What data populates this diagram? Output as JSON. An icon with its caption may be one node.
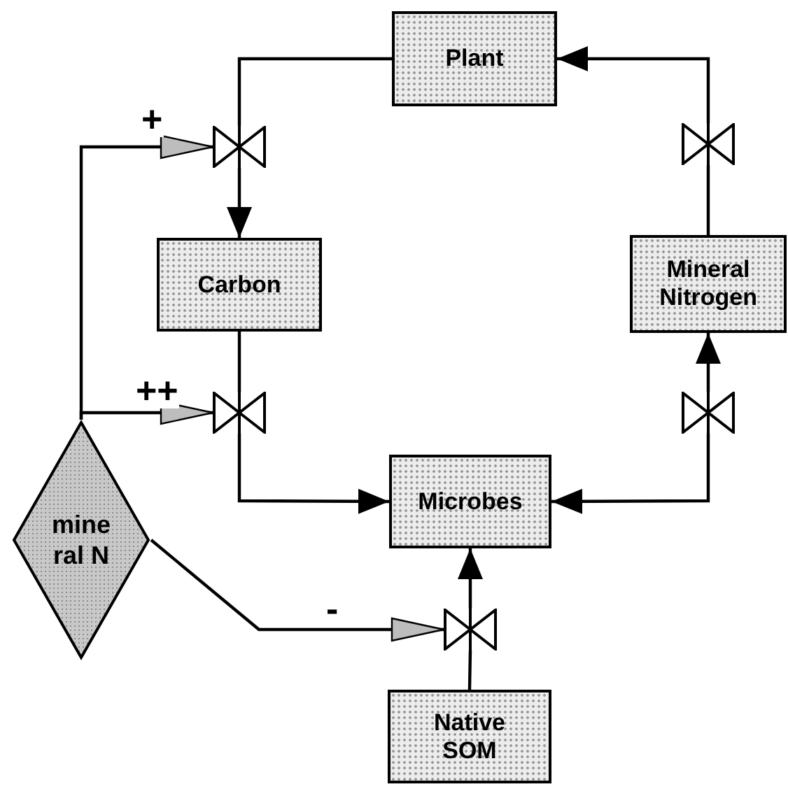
{
  "diagram": {
    "nodes": [
      {
        "text": [
          "Plant"
        ]
      },
      {
        "text": [],
        "shape": "valve"
      },
      {
        "text": [],
        "shape": "valve"
      },
      {
        "text": [
          "Carbon"
        ]
      },
      {
        "text": [
          "Mineral Nitrogen"
        ]
      },
      {
        "text": [],
        "shape": "valve"
      },
      {
        "text": [],
        "shape": "valve"
      },
      {
        "text": [
          "mine ral N"
        ]
      },
      {
        "text": [
          "Microbes"
        ]
      },
      {
        "text": [],
        "shape": "valve"
      },
      {
        "text": [
          "Native SOM"
        ]
      }
    ],
    "edges": [
      {
        "from": 0,
        "to": 1,
        "arrow": "none"
      },
      {
        "from": 1,
        "to": 3,
        "arrow": "to"
      },
      {
        "from": 3,
        "to": 5,
        "arrow": "none"
      },
      {
        "from": 5,
        "to": 8,
        "arrow": "to"
      },
      {
        "from": 4,
        "to": 2,
        "arrow": "none"
      },
      {
        "from": 2,
        "to": 0,
        "arrow": "to"
      },
      {
        "from": 6,
        "to": 4,
        "arrow": "to"
      },
      {
        "from": 6,
        "to": 8,
        "arrow": "to"
      },
      {
        "from": 10,
        "to": 9,
        "arrow": "none"
      },
      {
        "from": 9,
        "to": 8,
        "arrow": "to"
      },
      {
        "from": 7,
        "to": 1,
        "arrow": "to",
        "label": "+"
      },
      {
        "from": 7,
        "to": 5,
        "arrow": "to",
        "label": "++"
      },
      {
        "from": 7,
        "to": 9,
        "arrow": "to",
        "label": "-"
      }
    ]
  }
}
